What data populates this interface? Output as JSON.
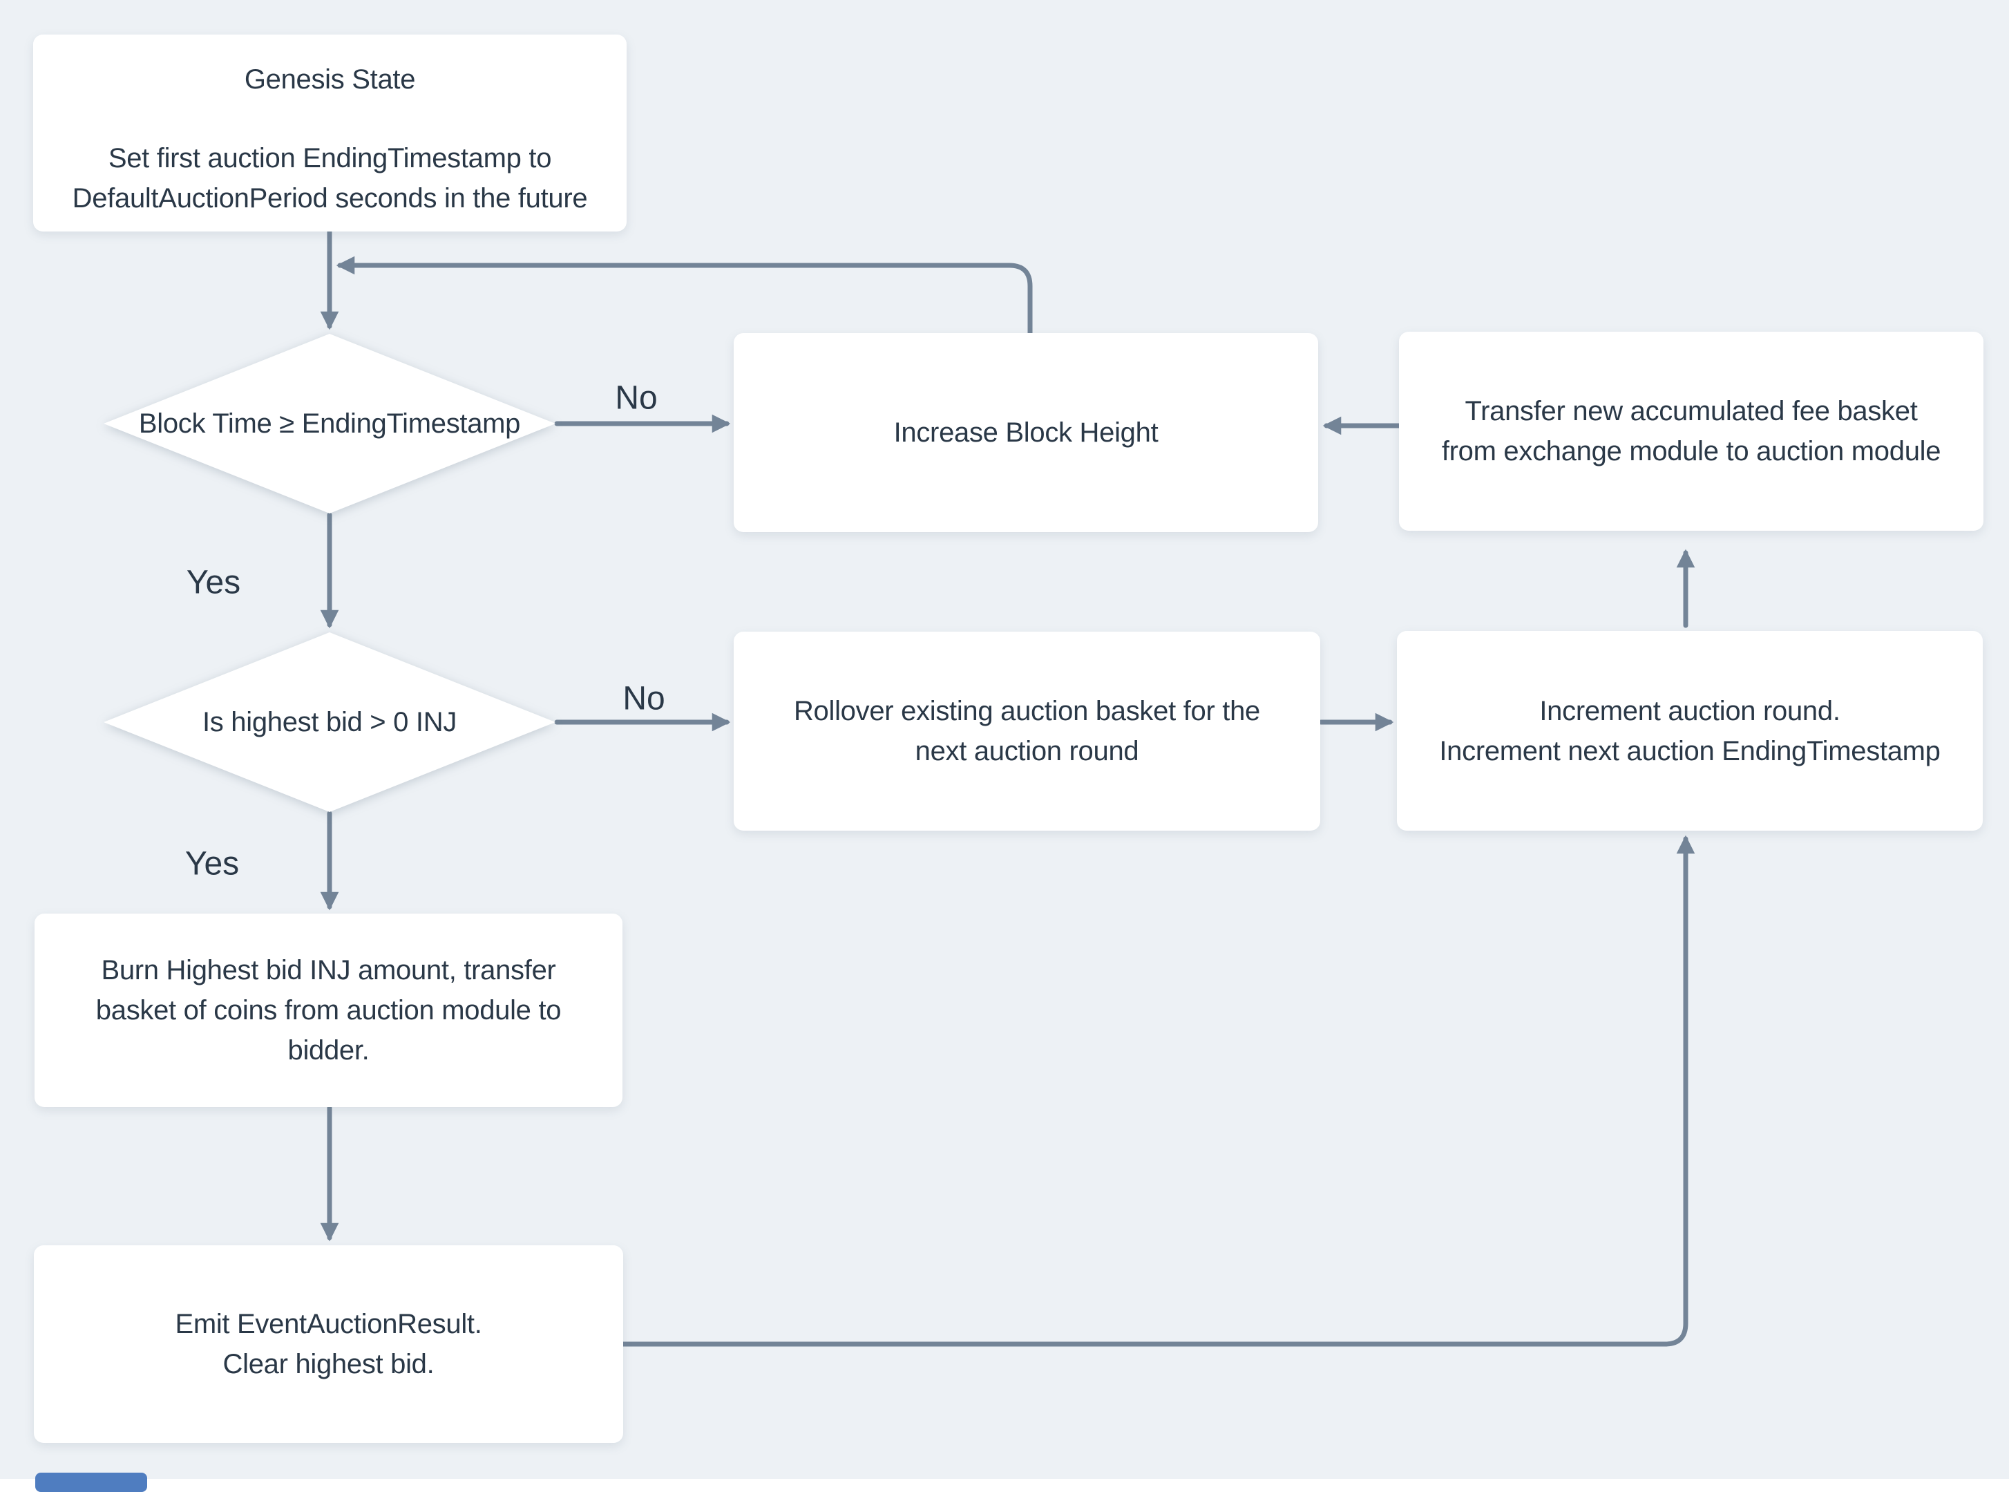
{
  "diagram": {
    "type": "flowchart",
    "subject": "Auction module lifecycle"
  },
  "colors": {
    "background": "#edf1f5",
    "node_fill": "#ffffff",
    "connector": "#738497",
    "text": "#2a3847",
    "accent_blue": "#4f7dc0"
  },
  "nodes": {
    "genesis": {
      "title": "Genesis State",
      "body": "Set first auction EndingTimestamp to DefaultAuctionPeriod seconds in the future"
    },
    "decision_block_time": {
      "label": "Block Time ≥ EndingTimestamp"
    },
    "increase_block_height": {
      "label": "Increase Block Height"
    },
    "transfer_fee_basket": {
      "label": "Transfer new accumulated fee basket from exchange module to auction module"
    },
    "decision_highest_bid": {
      "label": "Is highest bid > 0 INJ"
    },
    "rollover_basket": {
      "label": "Rollover existing auction basket for the next auction round"
    },
    "increment_round": {
      "lines": [
        "Increment auction round.",
        "Increment next auction EndingTimestamp"
      ]
    },
    "burn_highest_bid": {
      "label": "Burn Highest bid INJ amount, transfer basket of coins from auction module to bidder."
    },
    "emit_result": {
      "lines": [
        "Emit EventAuctionResult.",
        "Clear highest bid."
      ]
    }
  },
  "edge_labels": {
    "no_top": "No",
    "yes_top": "Yes",
    "no_bottom": "No",
    "yes_bottom": "Yes"
  }
}
